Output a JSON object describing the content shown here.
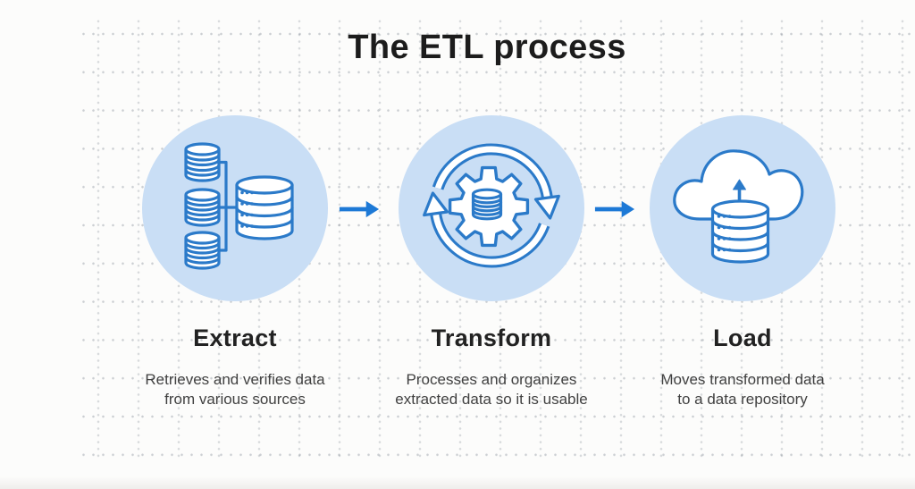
{
  "title": "The ETL process",
  "steps": [
    {
      "name": "Extract",
      "description": "Retrieves and verifies data\nfrom various sources",
      "icon": "source-databases-icon"
    },
    {
      "name": "Transform",
      "description": "Processes and organizes\nextracted data so it is usable",
      "icon": "gear-sync-arrows-icon"
    },
    {
      "name": "Load",
      "description": "Moves transformed data\nto a data repository",
      "icon": "cloud-database-upload-icon"
    }
  ],
  "connectors": [
    {
      "type": "arrow-right"
    },
    {
      "type": "arrow-right"
    }
  ],
  "colors": {
    "background": "#fcfcfb",
    "grid_dot": "#d9dde1",
    "circle_fill": "#c9def5",
    "icon_stroke": "#2b7ac9",
    "icon_fill": "#ffffff",
    "arrow": "#1d79d6",
    "title_text": "#1c1c1c",
    "heading_text": "#222222",
    "body_text": "#414141"
  }
}
